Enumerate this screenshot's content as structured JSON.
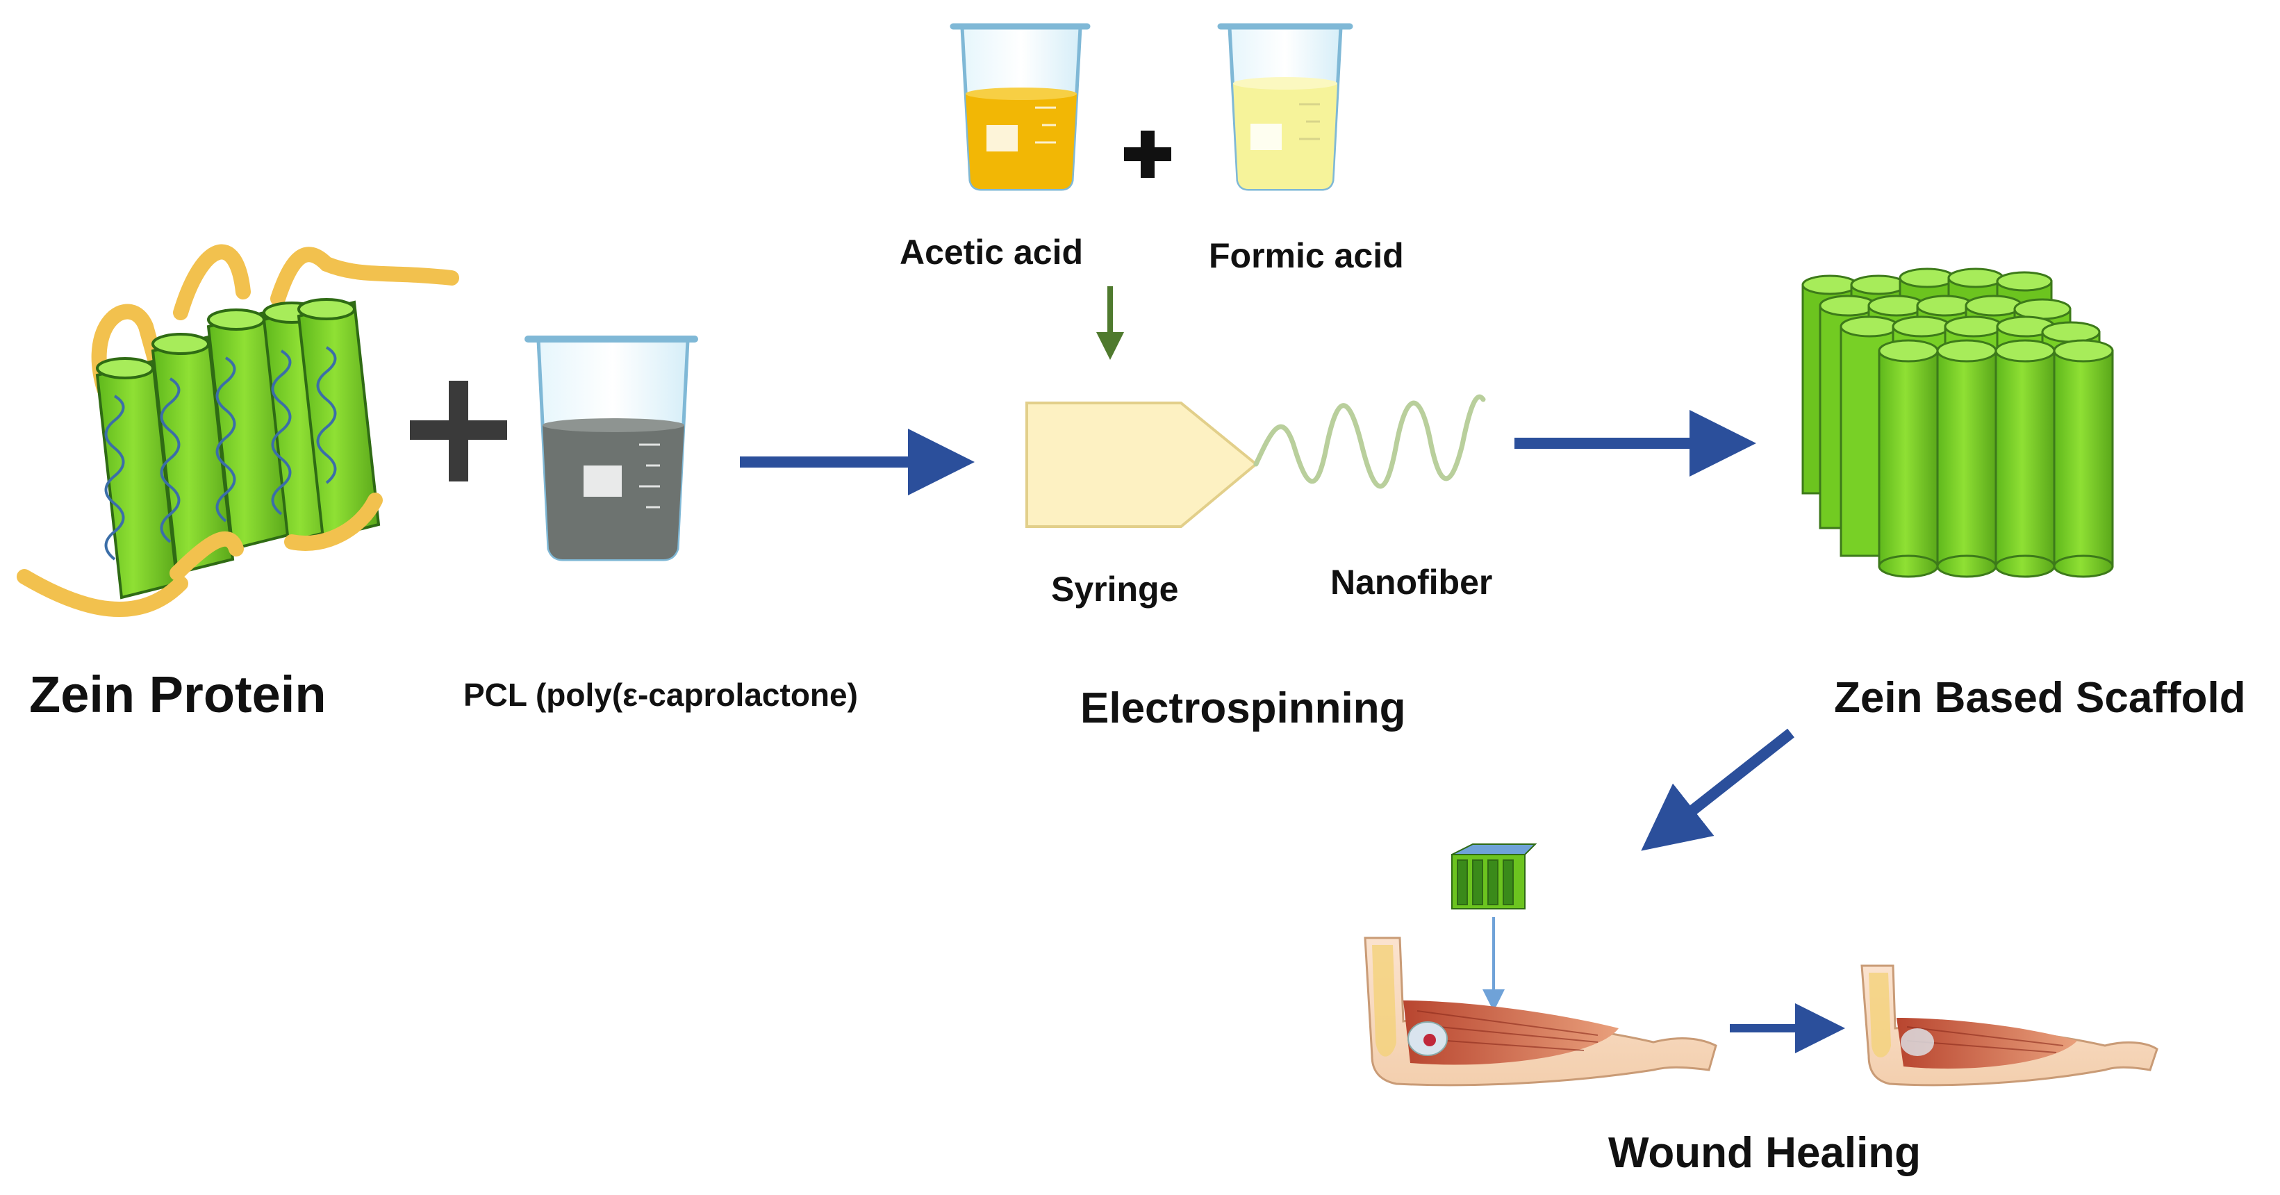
{
  "labels": {
    "zein_protein": "Zein Protein",
    "pcl": "PCL (poly(ε-caprolactone)",
    "acetic_acid": "Acetic acid",
    "formic_acid": "Formic acid",
    "syringe": "Syringe",
    "nanofiber": "Nanofiber",
    "electrospinning": "Electrospinning",
    "scaffold": "Zein Based Scaffold",
    "wound_healing": "Wound Healing"
  },
  "colors": {
    "arrow_blue": "#2b4f9b",
    "arrow_green": "#4f7a2e",
    "cylinder_green": "#7ed321",
    "cylinder_dark": "#3d7a1a",
    "helix_yellow": "#f2c14e",
    "syringe_fill": "#fdf1c2",
    "acetic_liquid": "#f2b705",
    "formic_liquid": "#f6f39a",
    "pcl_liquid": "#6d7370"
  },
  "icons": [
    "zein-helix-icon",
    "beaker-icon",
    "plus-icon",
    "syringe-icon",
    "nanofiber-icon",
    "scaffold-icon",
    "arm-icon"
  ]
}
